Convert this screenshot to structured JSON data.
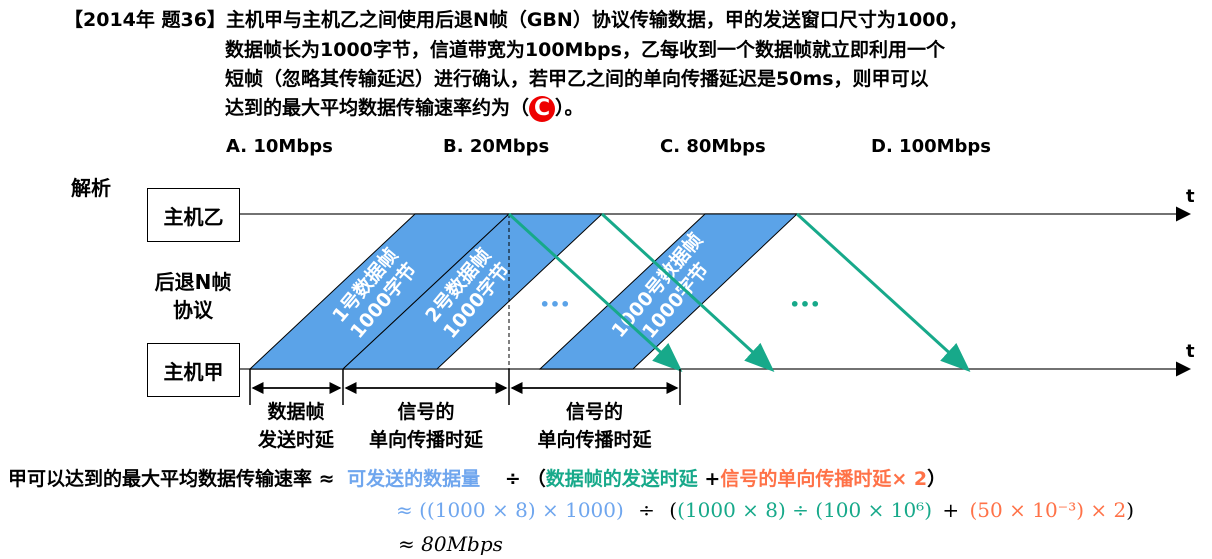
{
  "question": {
    "tag": "【2014年 题36】",
    "lines": [
      "主机甲与主机乙之间使用后退N帧（GBN）协议传输数据，甲的发送窗口尺寸为1000，",
      "数据帧长为1000字节，信道带宽为100Mbps，乙每收到一个数据帧就立即利用一个",
      "短帧（忽略其传输延迟）进行确认，若甲乙之间的单向传播延迟是50ms，则甲可以",
      "达到的最大平均数据传输速率约为（"
    ],
    "answer": "C",
    "tail": "）。",
    "options": [
      "A. 10Mbps",
      "B. 20Mbps",
      "C. 80Mbps",
      "D. 100Mbps"
    ]
  },
  "diagram": {
    "section_label": "解析",
    "host_b": "主机乙",
    "host_a": "主机甲",
    "protocol_label": [
      "后退N帧",
      "协议"
    ],
    "time_axis": "t",
    "frames": [
      {
        "line1": "1号数据帧",
        "line2": "1000字节"
      },
      {
        "line1": "2号数据帧",
        "line2": "1000字节"
      },
      {
        "line1": "1000号数据帧",
        "line2": "1000字节"
      }
    ],
    "ellipsis": "•••",
    "intervals": [
      {
        "line1": "数据帧",
        "line2": "发送时延"
      },
      {
        "line1": "信号的",
        "line2": "单向传播时延"
      },
      {
        "line1": "信号的",
        "line2": "单向传播时延"
      }
    ],
    "colors": {
      "frame": "#5ba3e8",
      "ack": "#17a98a",
      "dots_blue": "#5ba3e8",
      "dots_green": "#17a98a"
    }
  },
  "formula": {
    "lhs": "甲可以达到的最大平均数据传输速率 ≈",
    "numerator": "可发送的数据量",
    "div": "÷",
    "open": "（",
    "send_delay": "数据帧的发送时延",
    "plus": "+",
    "prop_delay": "信号的单向传播时延× 2",
    "close": "）",
    "calc_approx": "≈",
    "calc_num": "((1000 × 8) × 1000)",
    "calc_div": "÷",
    "calc_open": "(",
    "calc_send": "(1000 × 8) ÷ (100 × 10⁶)",
    "calc_plus": "+",
    "calc_prop": "(50 × 10⁻³) × 2",
    "calc_close": ")",
    "result": "≈ 80Mbps"
  }
}
